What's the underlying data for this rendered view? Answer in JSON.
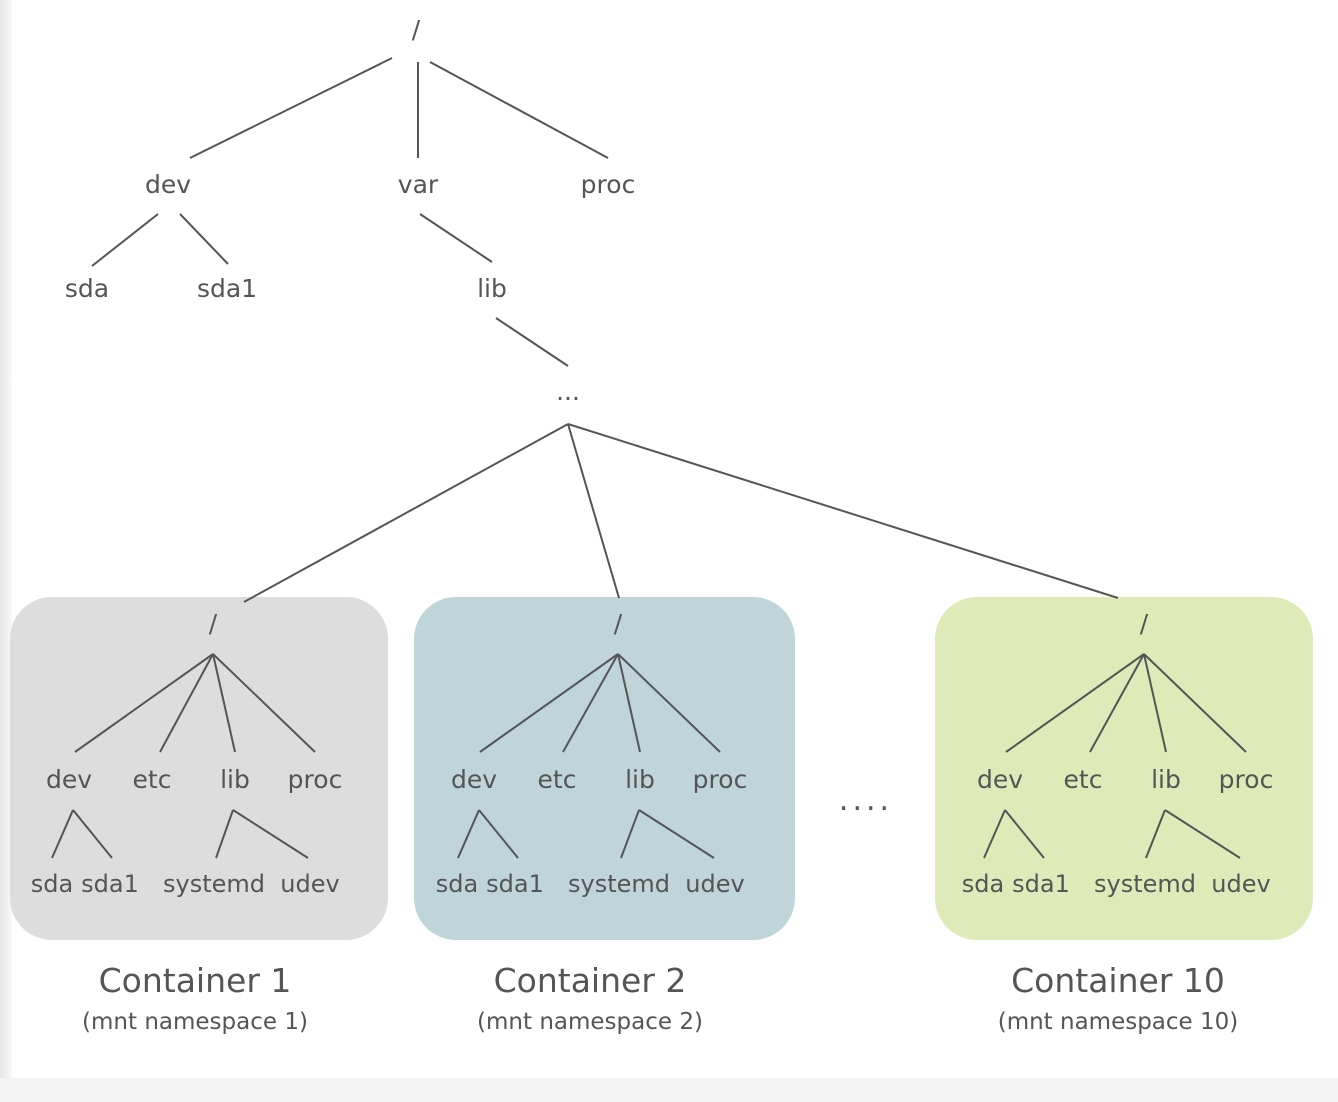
{
  "host_tree": {
    "root": "/",
    "dev": "dev",
    "var": "var",
    "proc": "proc",
    "sda": "sda",
    "sda1": "sda1",
    "lib": "lib",
    "ellipsis": "..."
  },
  "containers": [
    {
      "root": "/",
      "dev": "dev",
      "etc": "etc",
      "lib": "lib",
      "proc": "proc",
      "sda": "sda",
      "sda1": "sda1",
      "systemd": "systemd",
      "udev": "udev",
      "title": "Container 1",
      "subtitle": "(mnt namespace 1)",
      "color": "#dddddd"
    },
    {
      "root": "/",
      "dev": "dev",
      "etc": "etc",
      "lib": "lib",
      "proc": "proc",
      "sda": "sda",
      "sda1": "sda1",
      "systemd": "systemd",
      "udev": "udev",
      "title": "Container 2",
      "subtitle": "(mnt namespace 2)",
      "color": "#bfd5da"
    },
    {
      "root": "/",
      "dev": "dev",
      "etc": "etc",
      "lib": "lib",
      "proc": "proc",
      "sda": "sda",
      "sda1": "sda1",
      "systemd": "systemd",
      "udev": "udev",
      "title": "Container 10",
      "subtitle": "(mnt namespace 10)",
      "color": "#deebb9"
    }
  ],
  "between_containers": "...."
}
